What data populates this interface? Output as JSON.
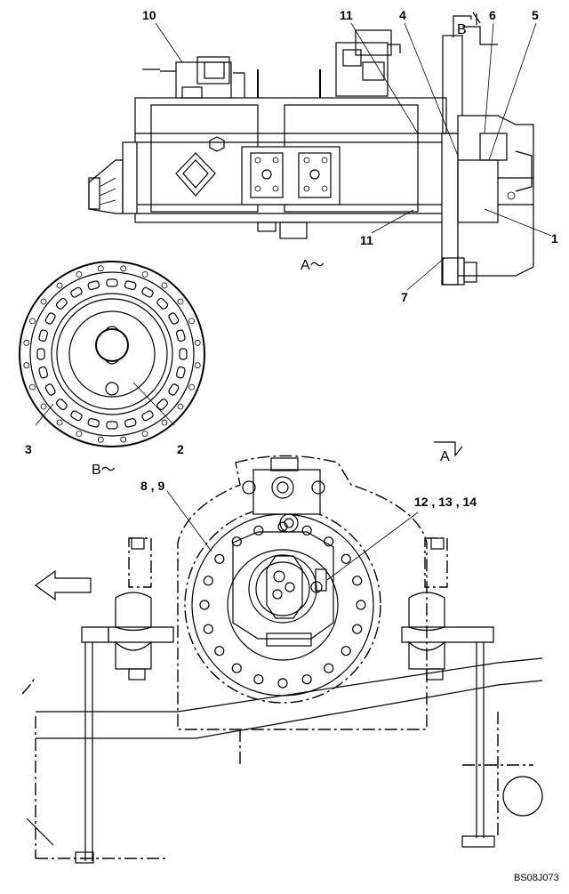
{
  "callouts": {
    "c1": "1",
    "c2": "2",
    "c3": "3",
    "c4": "4",
    "c5": "5",
    "c6": "6",
    "c7": "7",
    "c10": "10",
    "c11_top": "11",
    "c11_bottom": "11",
    "c89": "8 , 9",
    "c121314": "12 , 13 , 14"
  },
  "view_labels": {
    "view_a": "A～",
    "view_b": "B～",
    "marker_a": "A",
    "marker_b": "B"
  },
  "drawing_code": "BS08J073",
  "icons": {
    "direction_arrow": "left-arrow-outline"
  }
}
